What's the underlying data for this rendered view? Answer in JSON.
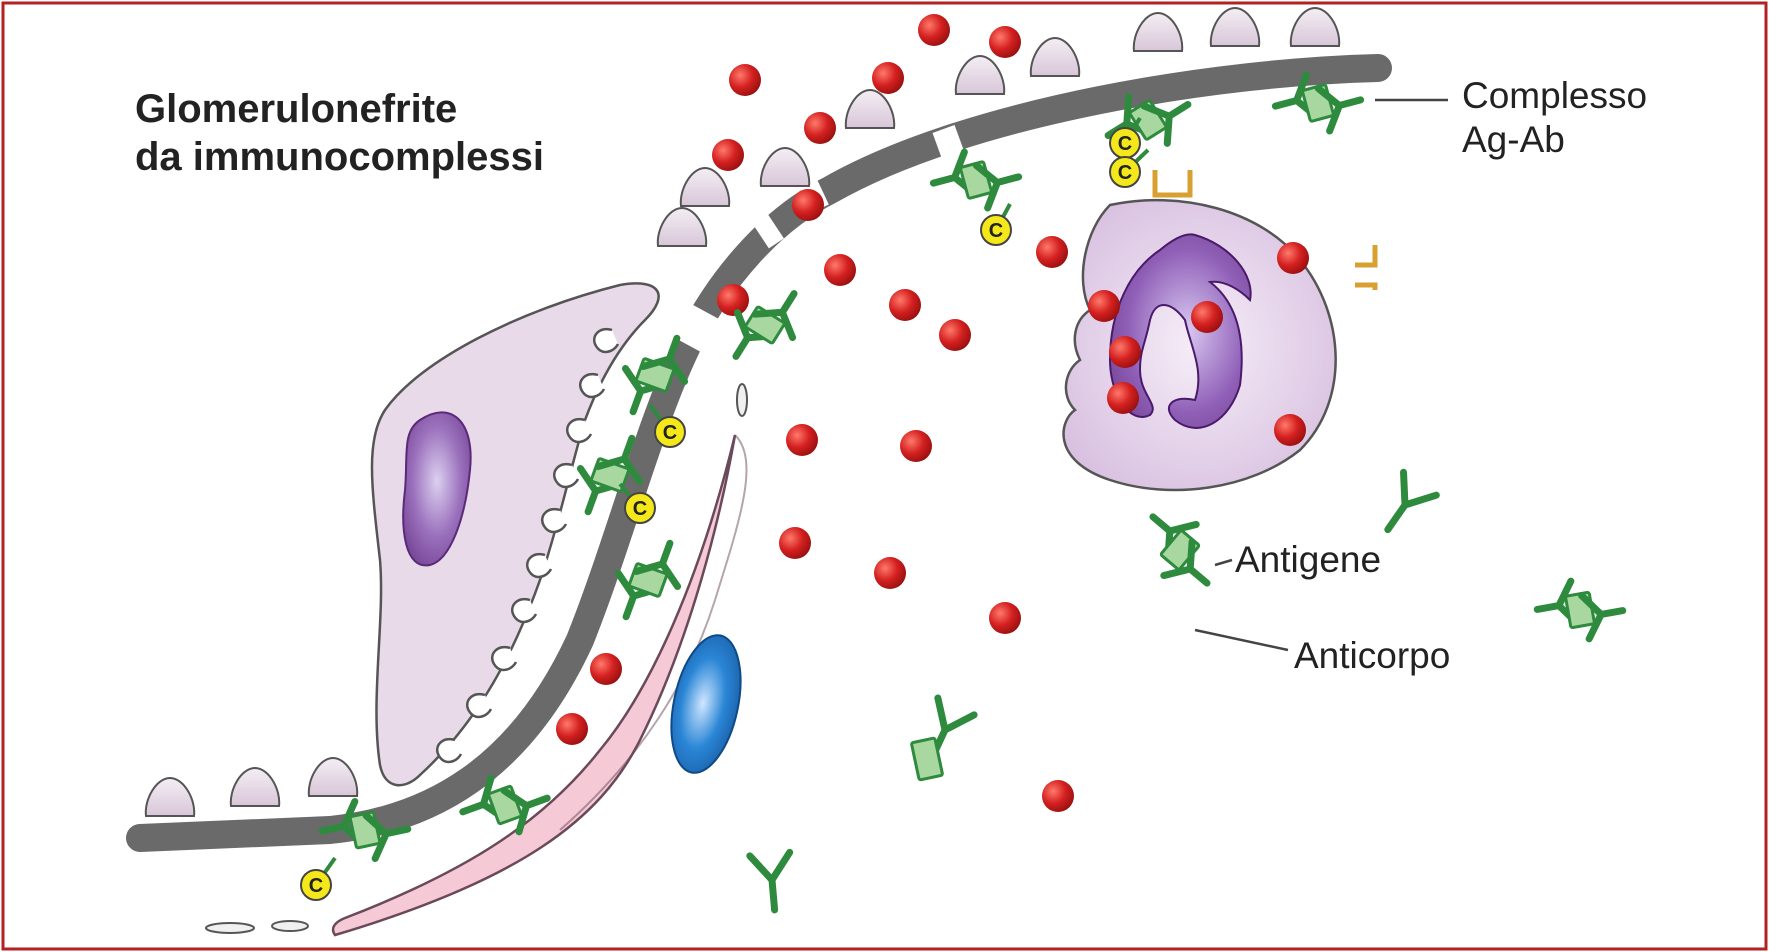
{
  "title": {
    "line1": "Glomerulonefrite",
    "line2": "da immunocomplessi"
  },
  "labels": {
    "complex_line1": "Complesso",
    "complex_line2": "Ag-Ab",
    "antigen": "Antigene",
    "antibody": "Anticorpo"
  },
  "complement_symbol": "C",
  "colors": {
    "frame": "#b22222",
    "membrane": "#666666",
    "podocyte": "#e8dae8",
    "podocyte_nucleus": "#8a5aa8",
    "endothelial": "#f6c9d6",
    "endothelial_nucleus": "#1f78c8",
    "red_particle": "#d42020",
    "antibody": "#2e8b3e",
    "antigen": "#a8d8a0",
    "complement": "#f5e81a",
    "neutrophil": "#e0cbe6",
    "receptor": "#d8a030"
  }
}
